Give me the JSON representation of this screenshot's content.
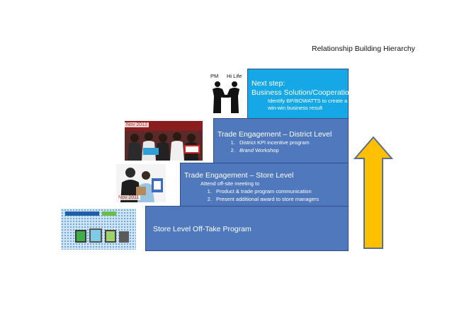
{
  "title": "Relationship Building Hierarchy",
  "steps": {
    "store_offtake": {
      "heading": "Store Level Off-Take Program"
    },
    "store_engagement": {
      "heading": "Trade Engagement – Store Level",
      "intro": "Attend off-site meeting to",
      "items": [
        "Product & trade program communication",
        "Present additional award  to store managers"
      ]
    },
    "district_engagement": {
      "heading": "Trade Engagement – District Level",
      "items": [
        "District KPI incentive program",
        "Brand"
      ],
      "item2_suffix": " Workshop"
    },
    "next_step": {
      "heading1": "Next step:",
      "heading2": "Business Solution/Cooperation",
      "detail1": "Identify BP/BOWATTS to create a",
      "detail2": "win-win business result"
    }
  },
  "photo_labels": {
    "district": "Nov 2012",
    "store": "Nov 2011",
    "pm": "PM",
    "hilife": "Hi Life"
  },
  "colors": {
    "step_blue": "#4f79bc",
    "next_step_blue": "#16a7e6",
    "arrow_fill": "#ffc000",
    "arrow_stroke": "#5b6f8f"
  }
}
